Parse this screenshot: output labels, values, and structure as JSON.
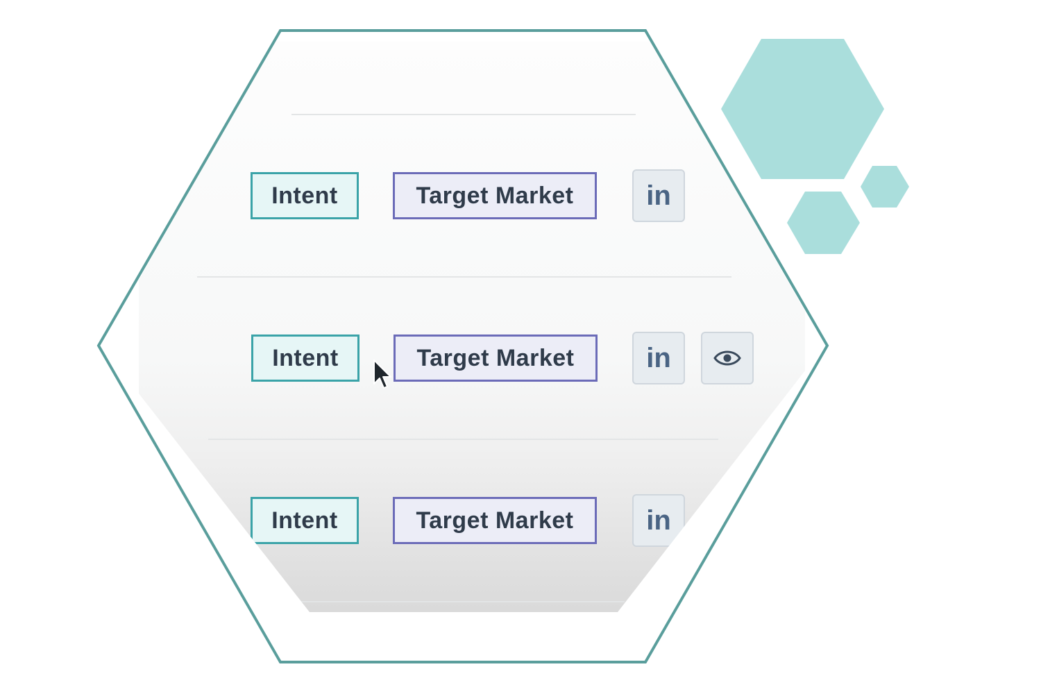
{
  "colors": {
    "hexagon_outline": "#5a9e9c",
    "hexagon_fill": "#aadedc",
    "intent_border": "#3aa3a8",
    "intent_bg": "#e6f6f6",
    "market_border": "#6b6bb8",
    "market_bg": "#ecedf7",
    "icon_text": "#4a6484"
  },
  "rows": [
    {
      "intent_label": "Intent",
      "market_label": "Target Market",
      "linkedin_label": "in",
      "linkedin_icon": "linkedin-icon"
    },
    {
      "intent_label": "Intent",
      "market_label": "Target Market",
      "linkedin_label": "in",
      "linkedin_icon": "linkedin-icon",
      "view_icon": "eye-icon"
    },
    {
      "intent_label": "Intent",
      "market_label": "Target Market",
      "linkedin_label": "in",
      "linkedin_icon": "linkedin-icon"
    }
  ],
  "cursor": "mouse-pointer-icon"
}
